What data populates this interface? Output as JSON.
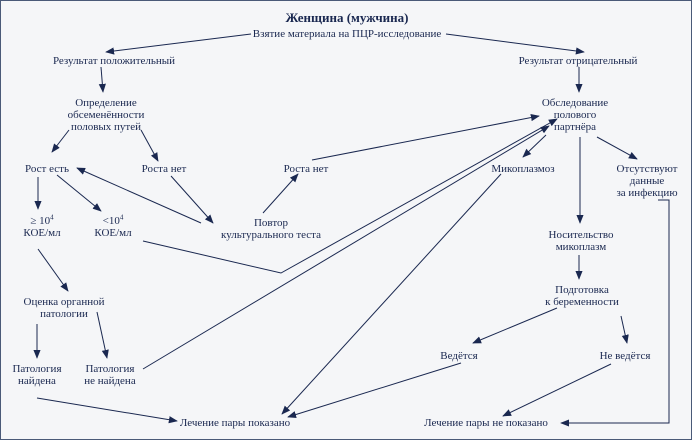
{
  "nodes": {
    "title": "Женщина (мужчина)",
    "pcr": "Взятие материала на ПЦР-исследование",
    "pos": "Результат положительный",
    "neg": "Результат отрицательный",
    "contam": [
      "Определение",
      "обсеменённости",
      "половых путей"
    ],
    "exam": [
      "Обследование",
      "полового",
      "партнёра"
    ],
    "growth_yes": "Рост  есть",
    "growth_no_left": "Роста нет",
    "growth_no_mid": "Роста нет",
    "myco": "Микоплазмоз",
    "absent": [
      "Отсутствуют",
      "данные",
      "за инфекцию"
    ],
    "ge_top": "≥ 10",
    "ge_exp": "4",
    "ge_unit": "КОЕ/мл",
    "lt_top": "<10",
    "lt_exp": "4",
    "lt_unit": "КОЕ/мл",
    "repeat": [
      "Повтор",
      "культурального теста"
    ],
    "carrier": [
      "Носительство",
      "микоплазм"
    ],
    "organ": [
      "Оценка органной",
      "патологии"
    ],
    "prep": [
      "Подготовка",
      "к беременности"
    ],
    "found": [
      "Патология",
      "найдена"
    ],
    "notfound": [
      "Патология",
      "не найдена"
    ],
    "led": "Ведётся",
    "notled": "Не ведётся",
    "treat_yes": "Лечение пары показано",
    "treat_no": "Лечение пары не показано"
  },
  "edges": [
    [
      "pcr",
      "pos"
    ],
    [
      "pcr",
      "neg"
    ],
    [
      "pos",
      "contam"
    ],
    [
      "neg",
      "exam"
    ],
    [
      "contam",
      "growth_yes"
    ],
    [
      "contam",
      "growth_no_left"
    ],
    [
      "growth_no_left",
      "repeat"
    ],
    [
      "repeat",
      "growth_yes"
    ],
    [
      "repeat",
      "growth_no_mid"
    ],
    [
      "growth_no_mid",
      "exam"
    ],
    [
      "exam",
      "myco"
    ],
    [
      "exam",
      "absent"
    ],
    [
      "exam",
      "carrier"
    ],
    [
      "growth_yes",
      "ge"
    ],
    [
      "growth_yes",
      "lt"
    ],
    [
      "ge",
      "organ"
    ],
    [
      "lt",
      "exam"
    ],
    [
      "organ",
      "found"
    ],
    [
      "organ",
      "notfound"
    ],
    [
      "notfound",
      "exam"
    ],
    [
      "found",
      "treat_yes"
    ],
    [
      "myco",
      "treat_yes"
    ],
    [
      "carrier",
      "prep"
    ],
    [
      "prep",
      "led"
    ],
    [
      "prep",
      "notled"
    ],
    [
      "led",
      "treat_yes"
    ],
    [
      "notled",
      "treat_no"
    ],
    [
      "absent",
      "treat_no"
    ]
  ]
}
